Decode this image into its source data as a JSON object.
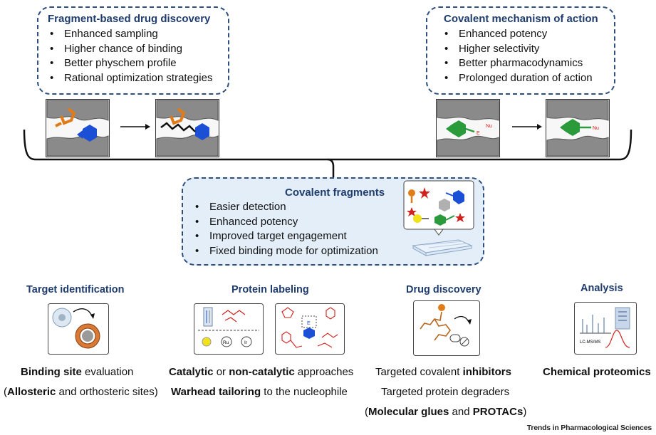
{
  "fbdd": {
    "title": "Fragment-based drug discovery",
    "items": [
      "Enhanced sampling",
      "Higher chance of binding",
      "Better physchem profile",
      "Rational optimization strategies"
    ]
  },
  "covalent_moa": {
    "title": "Covalent mechanism of action",
    "items": [
      "Enhanced potency",
      "Higher selectivity",
      "Better pharmacodynamics",
      "Prolonged duration of action"
    ]
  },
  "covalent_fragments": {
    "title": "Covalent fragments",
    "items": [
      "Easier detection",
      "Enhanced potency",
      "Improved target engagement",
      "Fixed binding mode for optimization"
    ]
  },
  "structure_labels": {
    "e_nu": "E",
    "nu": "Nu",
    "nu2": "Nu",
    "ru": "Ru",
    "ir": "Ir",
    "lcms": "LC-MS/MS",
    "e_small": "E"
  },
  "applications": {
    "target_identification": {
      "header": "Target identification",
      "line1_bold": "Binding site",
      "line1_rest": " evaluation",
      "line2_open": "(",
      "line2_bold": "Allosteric",
      "line2_rest": " and orthosteric sites)"
    },
    "protein_labeling": {
      "header": "Protein labeling",
      "line1_bold1": "Catalytic",
      "line1_mid": " or ",
      "line1_bold2": "non-catalytic",
      "line1_rest": " approaches",
      "line2_bold": "Warhead tailoring",
      "line2_rest": " to the nucleophile"
    },
    "drug_discovery": {
      "header": "Drug discovery",
      "line1_pre": "Targeted covalent ",
      "line1_bold": "inhibitors",
      "line2": "Targeted protein degraders",
      "line3_open": "(",
      "line3_bold1": "Molecular glues",
      "line3_mid": " and ",
      "line3_bold2": "PROTACs",
      "line3_close": ")"
    },
    "analysis": {
      "header": "Analysis",
      "line1_bold": "Chemical proteomics"
    }
  },
  "footer": "Trends in Pharmacological Sciences"
}
